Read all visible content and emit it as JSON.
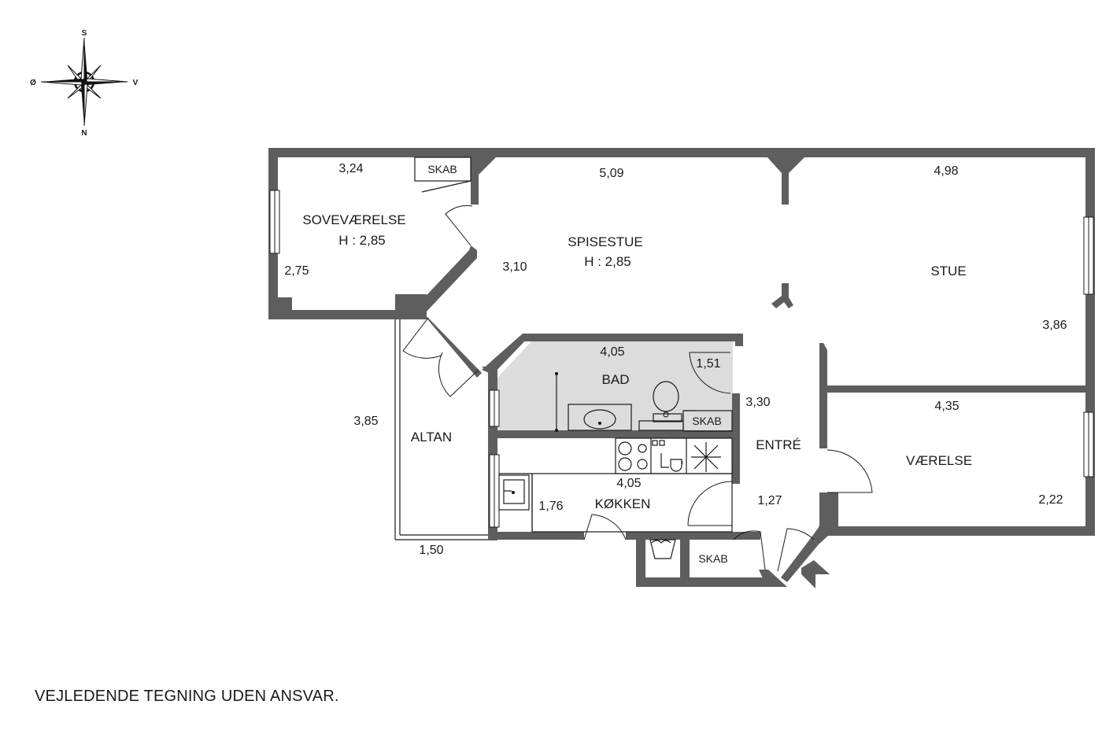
{
  "compass": {
    "top_label": "S",
    "bottom_label": "N",
    "left_label": "Ø",
    "right_label": "V"
  },
  "rooms": {
    "soveraerelse": {
      "name": "SOVEVÆRELSE",
      "height": "H : 2,85",
      "dim_top": "3,24",
      "dim_side": "2,75"
    },
    "spisestue": {
      "name": "SPISESTUE",
      "height": "H : 2,85",
      "dim_top": "5,09",
      "dim_side": "3,10"
    },
    "stue": {
      "name": "STUE",
      "dim_top": "4,98",
      "dim_side": "3,86"
    },
    "bad": {
      "name": "BAD",
      "dim_top": "4,05",
      "dim_side": "1,51"
    },
    "altan": {
      "name": "ALTAN",
      "dim_side": "3,85",
      "dim_bottom": "1,50"
    },
    "koekken": {
      "name": "KØKKEN",
      "dim_top": "4,05",
      "dim_side": "1,76"
    },
    "entre": {
      "name": "ENTRÉ",
      "dim_top": "3,30",
      "dim_side": "1,27"
    },
    "vaerelse": {
      "name": "VÆRELSE",
      "dim_top": "4,35",
      "dim_side": "2,22"
    }
  },
  "closets": {
    "bedroom": "SKAB",
    "bathroom": "SKAB",
    "entrance": "SKAB"
  },
  "disclaimer": "VEJLEDENDE TEGNING UDEN ANSVAR.",
  "colors": {
    "wall": "#5e5e5e",
    "bathroom_fill": "#dcdcdc",
    "text": "#1a1a1a"
  }
}
